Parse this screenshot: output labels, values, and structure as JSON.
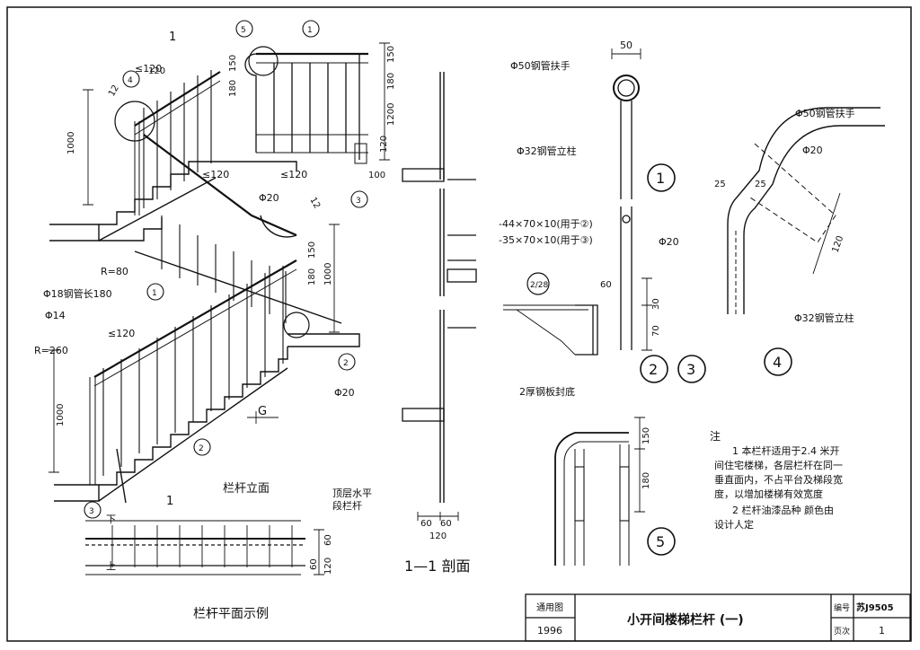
{
  "labels": {
    "main_elevation": "栏杆立面",
    "plan_example": "栏杆平面示例",
    "section_1_1": "1—1 剖面",
    "section_mark": "1",
    "top_level_rail": "顶层水平",
    "top_level_rail_2": "段栏杆",
    "stair_down": "下",
    "stair_up": "上",
    "rail_phi18": "Φ18钢管长180",
    "phi14": "Φ14",
    "phi20": "Φ20",
    "r80": "R=80",
    "r260": "R=260",
    "le120": "≤120",
    "g_mark": "G",
    "handrail_50": "Φ50钢管扶手",
    "post_32": "Φ32钢管立柱",
    "plate_a": "-44×70×10(用于②)",
    "plate_b": "-35×70×10(用于③)",
    "plate_bottom": "2厚钢板封底",
    "handrail_50_detail4": "Φ50钢管扶手",
    "post_32_detail4": "Φ32钢管立柱"
  },
  "dims": {
    "d1000": "1000",
    "d120": "120",
    "d150": "150",
    "d180": "180",
    "d1200": "1200",
    "d100": "100",
    "d50": "50",
    "d60": "60",
    "d70": "70",
    "d30": "30",
    "d25": "25",
    "d12": "12"
  },
  "details": {
    "d1": "1",
    "d2": "2",
    "d3": "3",
    "d4": "4",
    "d5": "5",
    "ref_2_28": "2/28"
  },
  "notes": {
    "heading": "注",
    "note1_l1": "1  本栏杆适用于2.4 米开",
    "note1_l2": "间住宅楼梯，各层栏杆在同一",
    "note1_l3": "垂直面内，不占平台及梯段宽",
    "note1_l4": "度，以增加楼梯有效宽度",
    "note2_l1": "2  栏杆油漆品种  颜色由",
    "note2_l2": "设计人定"
  },
  "title_block": {
    "label_general": "通用图",
    "year": "1996",
    "title": "小开间楼梯栏杆   (一)",
    "label_number": "编号",
    "number": "苏J9505",
    "label_page": "页次",
    "page": "1"
  }
}
